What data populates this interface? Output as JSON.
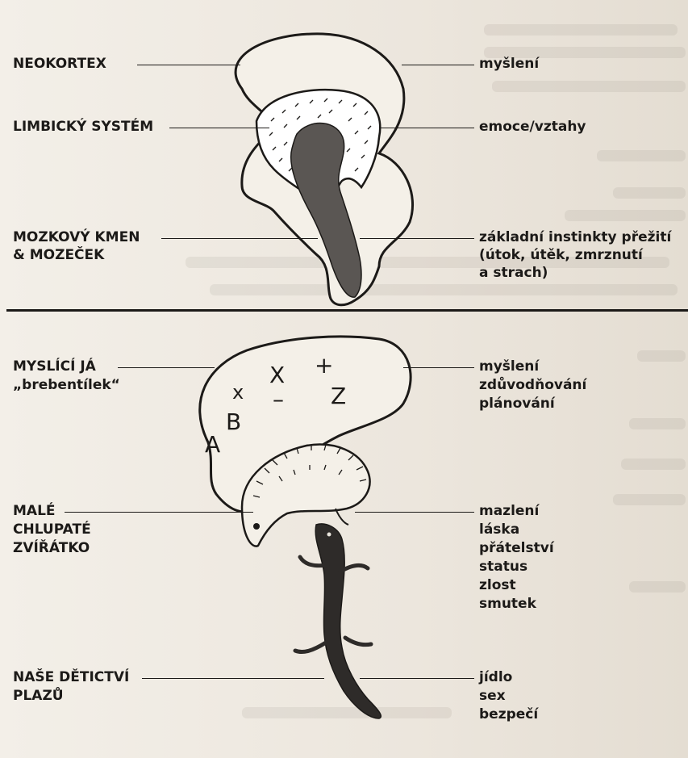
{
  "top_section": {
    "left_labels": {
      "neokortex": "NEOKORTEX",
      "limbicky_system": "LIMBICKÝ SYSTÉM",
      "mozkovy_kmen_1": "MOZKOVÝ KMEN",
      "mozkovy_kmen_2": "& MOZEČEK"
    },
    "right_labels": {
      "neokortex_fn": "myšlení",
      "limbic_fn": "emoce/vztahy",
      "kmen_1": "základní instinkty přežití",
      "kmen_2": "(útok, útěk, zmrznutí",
      "kmen_3": "a strach)"
    }
  },
  "bottom_section": {
    "left_labels": {
      "mysli_1": "MYSLÍCÍ JÁ",
      "mysli_2": "„brebentílek“",
      "zviratko_1": "MALÉ",
      "zviratko_2": "CHLUPATÉ",
      "zviratko_3": "ZVÍŘÁTKO",
      "plazu_1": "NAŠE DĚTICTVÍ",
      "plazu_2": "PLAZŮ"
    },
    "right_labels": {
      "mysli": [
        "myšlení",
        "zdůvodňování",
        "plánování"
      ],
      "zviratko": [
        "mazlení",
        "láska",
        "přátelství",
        "status",
        "zlost",
        "smutek"
      ],
      "plazu": [
        "jídlo",
        "sex",
        "bezpečí"
      ]
    },
    "brain_letters": [
      "X",
      "+",
      "x",
      "–",
      "Z",
      "B",
      "A"
    ]
  }
}
